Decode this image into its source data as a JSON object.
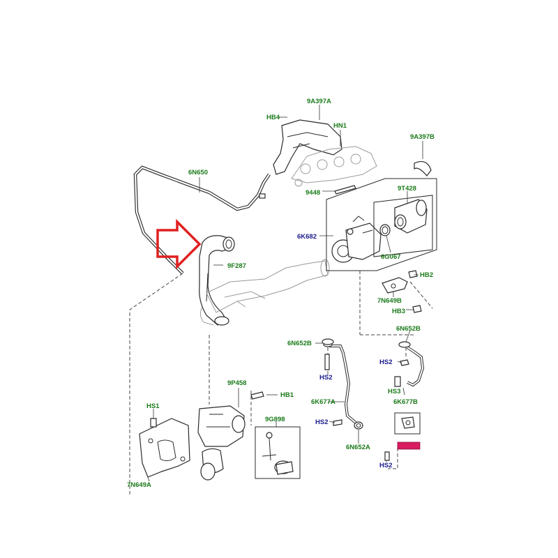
{
  "labels": {
    "9A397A": "9A397A",
    "HB4": "HB4",
    "HN1": "HN1",
    "9A397B": "9A397B",
    "6N650": "6N650",
    "9448": "9448",
    "9T428": "9T428",
    "6K682": "6K682",
    "6G067": "6G067",
    "9F287": "9F287",
    "HB2": "HB2",
    "7N649B": "7N649B",
    "HB3": "HB3",
    "6N652B_right": "6N652B",
    "6N652B_left": "6N652B",
    "HS2_a": "HS2",
    "HS2_b": "HS2",
    "HS3": "HS3",
    "9P458": "9P458",
    "HB1": "HB1",
    "6K677A": "6K677A",
    "6K677B": "6K677B",
    "HS1": "HS1",
    "9G898": "9G898",
    "HS2_c": "HS2",
    "6N652A": "6N652A",
    "HS2_d": "HS2",
    "7N649A": "7N649A"
  },
  "colors": {
    "part_number_label": "#1a7a1a",
    "fastener_label": "#1a1a8c",
    "highlight_arrow": "#e02020",
    "highlighted_part_box": "#d81b60"
  }
}
